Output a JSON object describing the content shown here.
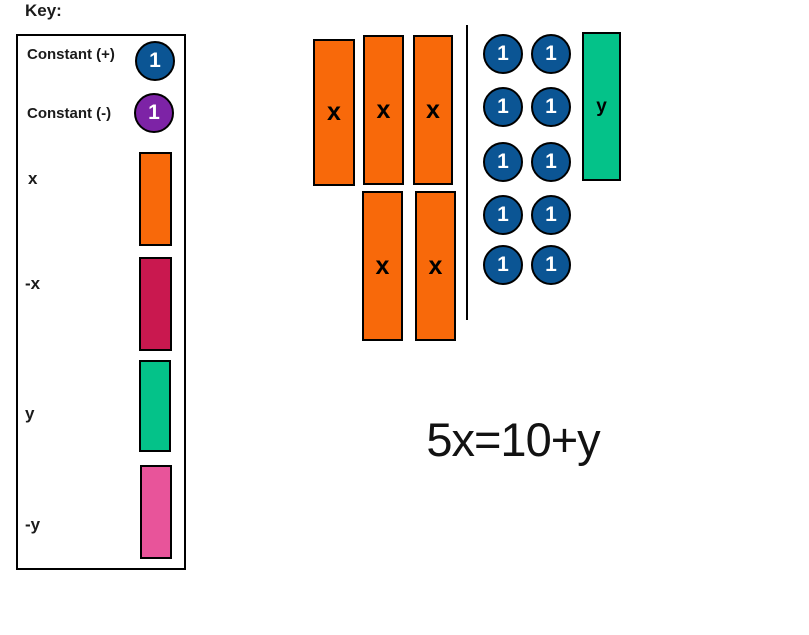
{
  "colors": {
    "constant_positive": "#0B5594",
    "constant_negative": "#7D23A6",
    "x_tile": "#F8690A",
    "neg_x_tile": "#C9184F",
    "y_tile": "#04C289",
    "neg_y_tile": "#E8549A",
    "outline": "#000000",
    "background": "#FFFFFF"
  },
  "key": {
    "title": "Key:",
    "items": [
      {
        "label": "Constant (+)",
        "token": "1"
      },
      {
        "label": "Constant (-)",
        "token": "1"
      },
      {
        "label": "x"
      },
      {
        "label": "-x"
      },
      {
        "label": "y"
      },
      {
        "label": "-y"
      }
    ]
  },
  "workspace": {
    "x_tiles": [
      {
        "label": "x"
      },
      {
        "label": "x"
      },
      {
        "label": "x"
      },
      {
        "label": "x"
      },
      {
        "label": "x"
      }
    ],
    "unit_circles": [
      {
        "label": "1"
      },
      {
        "label": "1"
      },
      {
        "label": "1"
      },
      {
        "label": "1"
      },
      {
        "label": "1"
      },
      {
        "label": "1"
      },
      {
        "label": "1"
      },
      {
        "label": "1"
      },
      {
        "label": "1"
      },
      {
        "label": "1"
      }
    ],
    "y_tile": {
      "label": "y"
    },
    "equation": "5x=10+y"
  }
}
